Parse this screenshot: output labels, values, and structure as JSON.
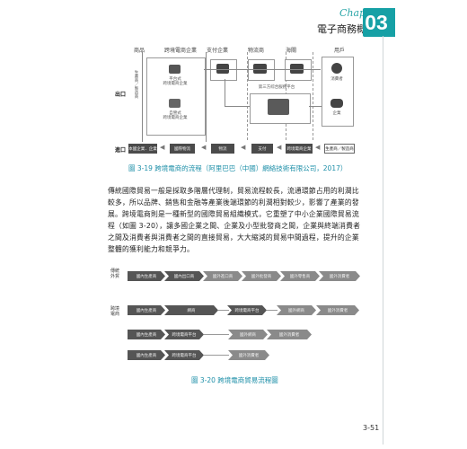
{
  "header": {
    "chapter_word": "Chapter",
    "chapter_num": "03",
    "section_title": "電子商務概論"
  },
  "figure1": {
    "columns": [
      "商品",
      "跨境電商企業",
      "支付企業",
      "物流商",
      "海關",
      "用戶"
    ],
    "row_labels": {
      "export": "出口",
      "import": "進口"
    },
    "left_vertical": "生產商／製造商",
    "platform_a": "平台式\n跨境電商企業",
    "platform_b": "自營式\n跨境電商企業",
    "third_party": "第三方綜合服務平台",
    "user_a": "消費者",
    "user_b": "企業",
    "import_boxes": [
      "本國企業．企業",
      "國際物流",
      "物流",
      "支付",
      "跨境電商企業",
      "生產商／製造商"
    ],
    "caption": "圖 3-19  跨境電商的流程（阿里巴巴（中國）網絡技術有限公司，2017）"
  },
  "paragraph": "傳統國際貿易一般是採取多階層代理制，貿易流程較長，流通環節占用的利潤比較多，所以品牌、銷售和金融等產業後端環節的利潤相對較少，影響了產業的發展。跨境電商則是一種新型的國際貿易組織模式，它重塑了中小企業國際貿易流程（如圖 3-20），讓多國企業之間、企業及小型批發商之間，企業與終端消費者之間及消費者與消費者之間的直接貿易，大大縮減的貿易中間過程，提升的企業整體的獲利能力和競爭力。",
  "figure2": {
    "label_traditional": "傳統\n外貿",
    "label_crossborder": "跨境\n電商",
    "row1": [
      "國內生產商",
      "國內出口商",
      "國外進口商",
      "國外批發商",
      "國外零售商",
      "國外消費者"
    ],
    "row2": [
      "國內生產商",
      "網商",
      "跨境電商平台",
      "國外網商",
      "國外消費者"
    ],
    "row3": [
      "國內生產商",
      "跨境電商平台",
      "國外網商",
      "國外消費者"
    ],
    "row4": [
      "國內生產商",
      "跨境電商平台",
      "國外消費者"
    ],
    "caption": "圖 3-20  跨境電商貿易流程圖"
  },
  "page_number": "3-51"
}
